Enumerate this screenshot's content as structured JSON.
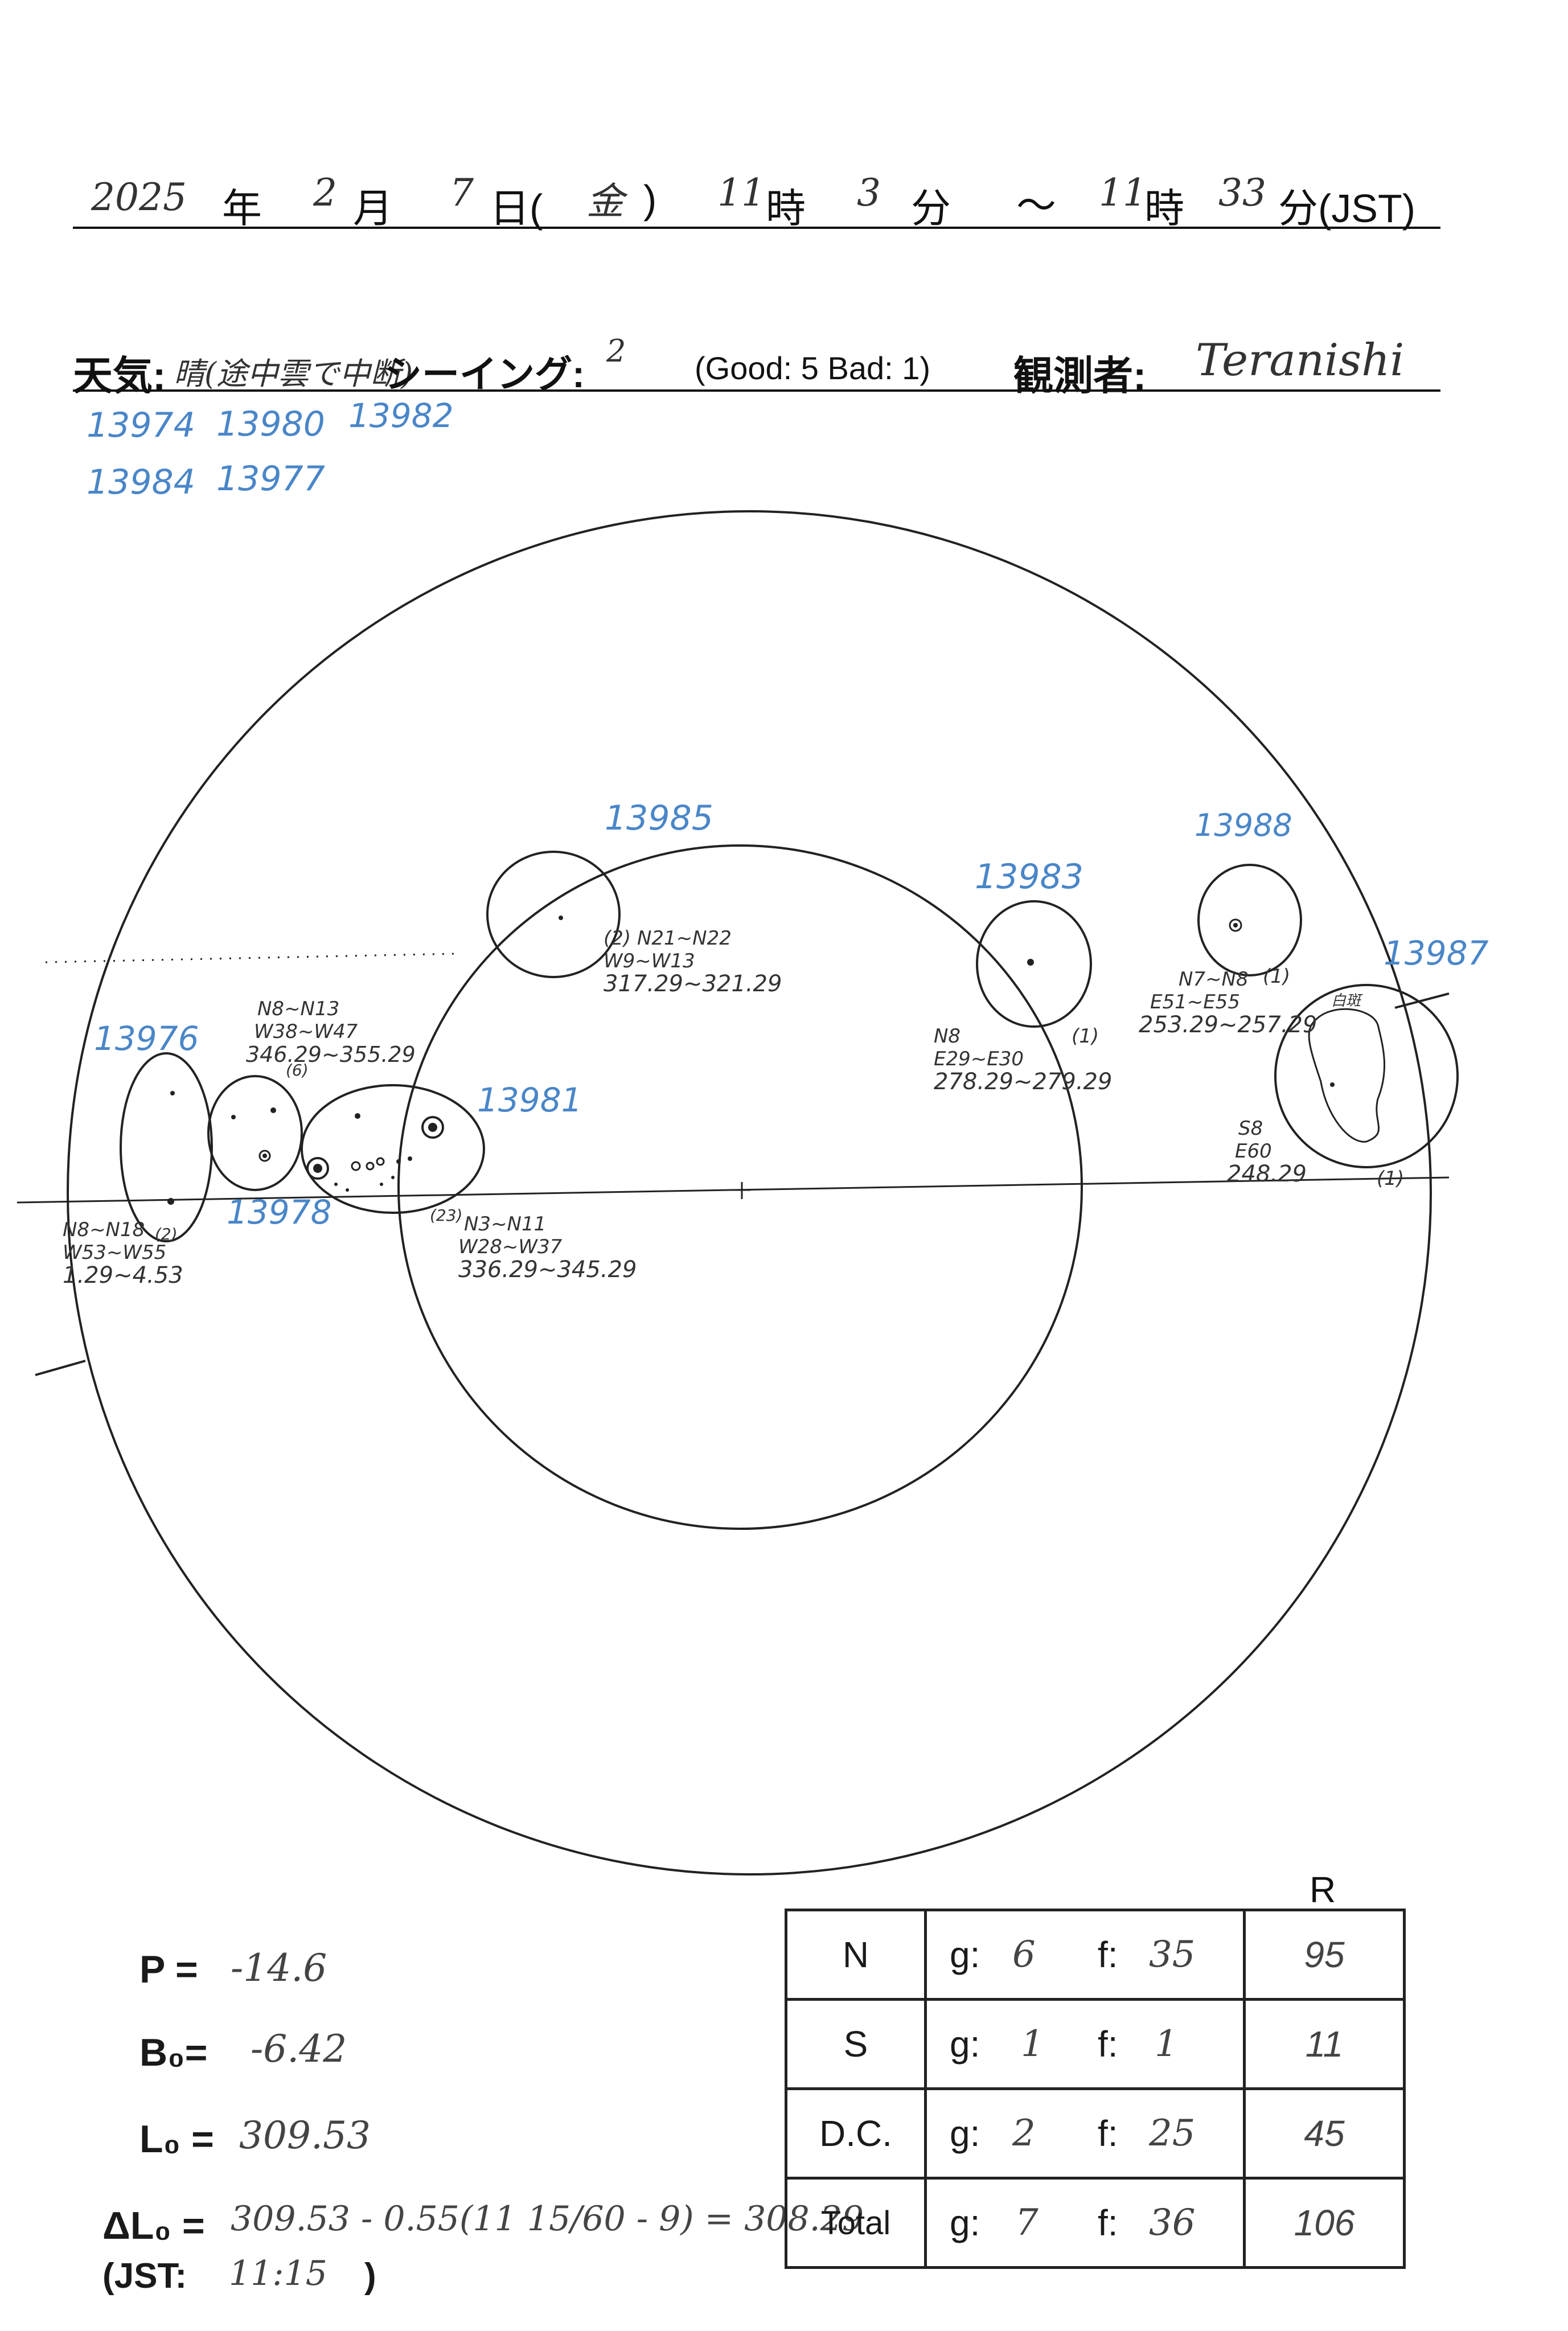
{
  "header": {
    "year": "2025",
    "year_unit": "年",
    "month": "2",
    "month_unit": "月",
    "day": "7",
    "day_unit": "日(",
    "weekday": "金",
    "weekday_close": ")",
    "start_hour": "11",
    "hour_unit": "時",
    "start_min": "3",
    "min_unit": "分",
    "tilde": "～",
    "end_hour": "11",
    "end_hour_unit": "時",
    "end_min": "33",
    "end_min_unit": "分(JST)"
  },
  "weather_line": {
    "weather_label": "天気:",
    "weather_value": "晴(途中雲で中断)",
    "seeing_label": "シーイング:",
    "seeing_value": "2",
    "seeing_scale": "(Good: 5  Bad: 1)",
    "observer_label": "観測者:",
    "observer_value": "Teranishi"
  },
  "region_list": [
    "13974",
    "13980",
    "13982",
    "13984",
    "13977"
  ],
  "groups": [
    {
      "number": "13985",
      "note1": "(2) N21~N22",
      "note2": "W9~W13",
      "note3": "317.29~321.29"
    },
    {
      "number": "13983",
      "note1": "N8",
      "note2": "E29~E30",
      "note3": "278.29~279.29",
      "count": "(1)"
    },
    {
      "number": "13988",
      "note1": "N7~N8",
      "note2": "E51~E55",
      "note3": "253.29~257.29",
      "count": "(1)"
    },
    {
      "number": "13987",
      "note1": "S8",
      "note2": "E60",
      "note3": "248.29",
      "count": "(1)",
      "extra": "白斑"
    },
    {
      "number": "13976",
      "note1": "N8~N18",
      "note2": "W53~W55",
      "note3": "1.29~4.53",
      "count": "(2)"
    },
    {
      "number": "13978",
      "note1": "N8~N13",
      "note2": "W38~W47",
      "note3": "346.29~355.29",
      "count": "(6)"
    },
    {
      "number": "13981",
      "note1": "N3~N11",
      "note2": "W28~W37",
      "note3": "336.29~345.29",
      "count": "(23)"
    }
  ],
  "params": {
    "p_label": "P =",
    "p_value": "-14.6",
    "b_label": "B₀=",
    "b_value": "-6.42",
    "l_label": "L₀ =",
    "l_value": "309.53",
    "dl_label": "ΔL₀ =",
    "dl_value": "309.53 - 0.55(11 15/60 - 9) = 308.29",
    "jst_label": "(JST:",
    "jst_value": "11:15",
    "jst_close": ")"
  },
  "table": {
    "r_header": "R",
    "g_label": "g:",
    "f_label": "f:",
    "rows": [
      {
        "name": "N",
        "g": "6",
        "f": "35",
        "r": "95"
      },
      {
        "name": "S",
        "g": "1",
        "f": "1",
        "r": "11"
      },
      {
        "name": "D.C.",
        "g": "2",
        "f": "25",
        "r": "45"
      },
      {
        "name": "Total",
        "g": "7",
        "f": "36",
        "r": "106"
      }
    ]
  }
}
